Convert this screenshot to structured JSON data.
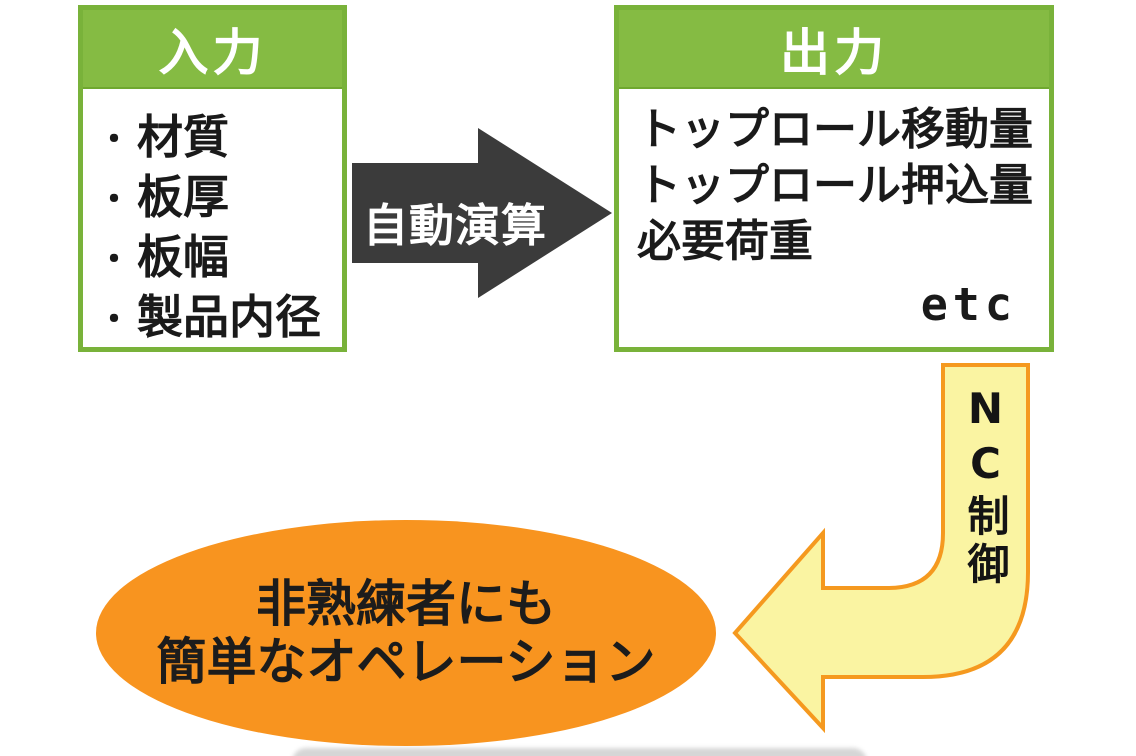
{
  "diagram": {
    "input_box": {
      "title": "入力",
      "bullet": "・",
      "items": [
        "材質",
        "板厚",
        "板幅",
        "製品内径"
      ]
    },
    "process_arrow": {
      "label": "自動演算"
    },
    "output_box": {
      "title": "出力",
      "items": [
        "トップロール移動量",
        "トップロール押込量",
        "必要荷重"
      ],
      "etc_label": "etc"
    },
    "nc_arrow": {
      "label": "NC制御"
    },
    "result_ellipse": {
      "line1": "非熟練者にも",
      "line2": "簡単なオペレーション"
    },
    "colors": {
      "header_green": "#85BB43",
      "border_green": "#79B23A",
      "process_arrow_dark": "#3B3B3B",
      "nc_arrow_fill": "#FAF4A2",
      "nc_arrow_border": "#F5991F",
      "result_orange": "#F8941F"
    }
  }
}
